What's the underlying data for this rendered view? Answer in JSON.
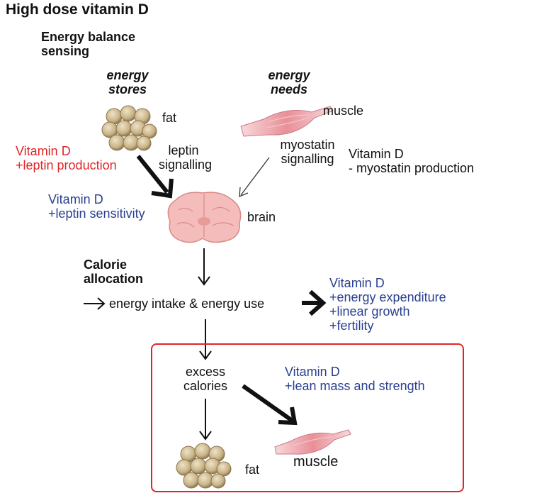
{
  "title": "High dose vitamin D",
  "energy_balance_sensing": [
    "Energy balance",
    "sensing"
  ],
  "energy_stores": [
    "energy",
    "stores"
  ],
  "energy_needs": [
    "energy",
    "needs"
  ],
  "fat_top": "fat",
  "muscle_top": "muscle",
  "leptin_signalling": [
    "leptin",
    "signalling"
  ],
  "myostatin_signalling": [
    "myostatin",
    "signalling"
  ],
  "vitd_leptin_production": [
    "Vitamin D",
    "+leptin production"
  ],
  "vitd_myostatin": [
    "Vitamin D",
    "- myostatin production"
  ],
  "vitd_leptin_sensitivity": [
    "Vitamin D",
    "+leptin sensitivity"
  ],
  "brain": "brain",
  "calorie_allocation": [
    "Calorie",
    "allocation"
  ],
  "energy_intake_use": "energy intake & energy use",
  "vitd_expenditure": [
    "Vitamin D",
    "+energy expenditure",
    "+linear growth",
    "+fertility"
  ],
  "excess_calories": [
    "excess",
    "calories"
  ],
  "vitd_lean_mass": [
    "Vitamin D",
    "+lean mass and strength"
  ],
  "fat_bottom": "fat",
  "muscle_bottom": "muscle",
  "colors": {
    "red": "#e0262a",
    "blue": "#2a3f8f",
    "fat": "#c8b48a",
    "muscle": "#e89aa0",
    "brain": "#f2b6b4"
  }
}
